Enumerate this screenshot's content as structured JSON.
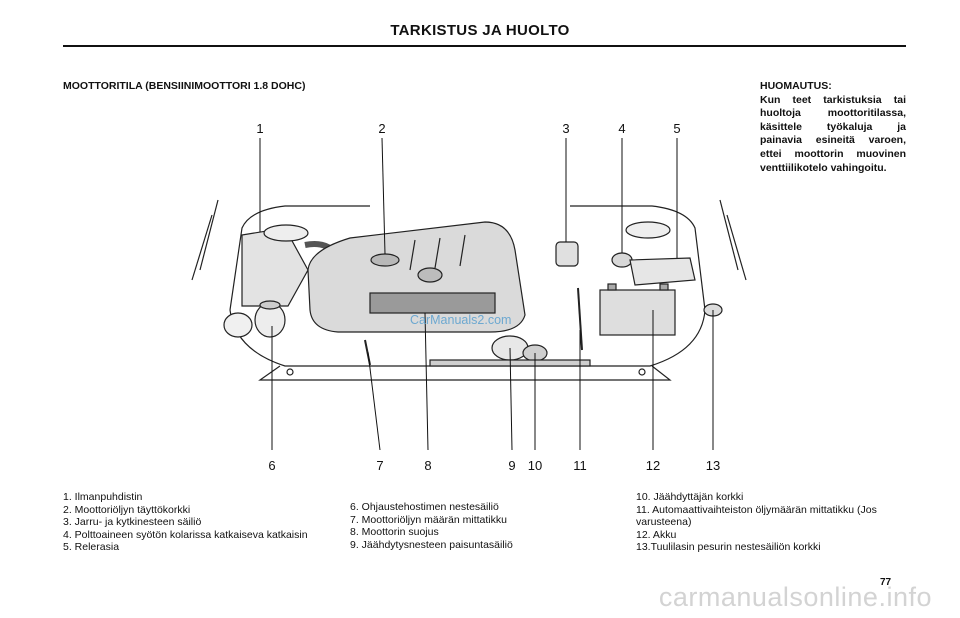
{
  "header": {
    "title": "TARKISTUS JA HUOLTO"
  },
  "section_title": "MOOTTORITILA (BENSIINIMOOTTORI 1.8 DOHC)",
  "note": {
    "heading": "HUOMAUTUS:",
    "body": "Kun teet tarkistuksia tai huoltoja moottoritilassa, käsittele työkaluja ja painavia esineitä varoen, ettei moottorin muovinen venttiilikotelo vahingoitu."
  },
  "diagram": {
    "callouts_top": [
      "1",
      "2",
      "3",
      "4",
      "5"
    ],
    "callouts_bottom": [
      "6",
      "7",
      "8",
      "9",
      "10",
      "11",
      "12",
      "13"
    ]
  },
  "legend": {
    "col1": [
      "1. Ilmanpuhdistin",
      "2. Moottoriöljyn täyttökorkki",
      "3. Jarru- ja kytkinesteen säiliö",
      "4. Polttoaineen syötön kolarissa katkaiseva katkaisin",
      "5. Relerasia"
    ],
    "col2": [
      "6. Ohjaustehostimen nestesäiliö",
      "7. Moottoriöljyn määrän mittatikku",
      "8. Moottorin suojus",
      "9. Jäähdytysnesteen paisuntasäiliö"
    ],
    "col3": [
      "10. Jäähdyttäjän korkki",
      "11. Automaattivaihteiston öljymäärän mittatikku (Jos varusteena)",
      "12. Akku",
      "13.Tuulilasin pesurin nestesäiliön korkki"
    ]
  },
  "page_number": "77",
  "watermarks": {
    "site": "CarManuals2.com",
    "footer": "carmanualsonline.info"
  }
}
